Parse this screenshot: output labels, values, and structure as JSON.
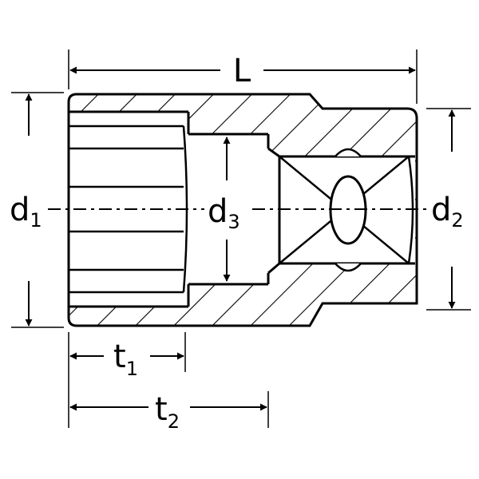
{
  "labels": {
    "L": "L",
    "d1": {
      "main": "d",
      "sub": "1"
    },
    "d2": {
      "main": "d",
      "sub": "2"
    },
    "d3": {
      "main": "d",
      "sub": "3"
    },
    "t1": {
      "main": "t",
      "sub": "1"
    },
    "t2": {
      "main": "t",
      "sub": "2"
    }
  },
  "colors": {
    "ink": "#000000",
    "paper": "#ffffff"
  }
}
